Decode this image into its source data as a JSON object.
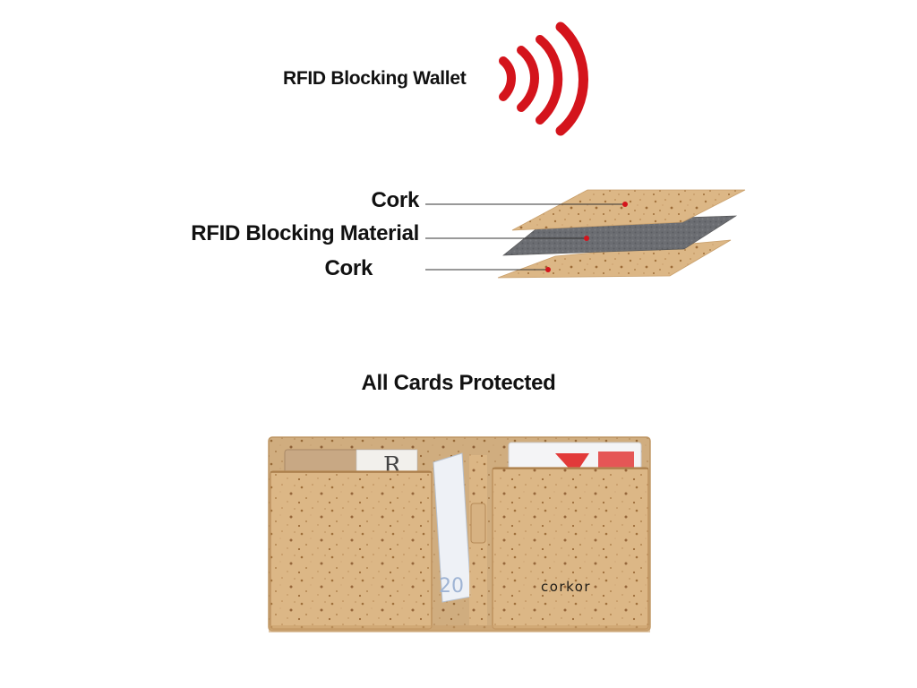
{
  "title": "RFID Blocking Wallet",
  "layers": {
    "top": "Cork",
    "middle": "RFID Blocking Material",
    "bottom": "Cork"
  },
  "subtitle": "All Cards Protected",
  "wallet": {
    "brand": "corkor"
  },
  "icons": {
    "signal": "rfid-signal-waves-icon"
  },
  "colors": {
    "accent_red": "#d4141c",
    "cork": "#dcb786",
    "cork_dark": "#a4743e",
    "rfid_fabric": "#6b6d72",
    "text": "#111111"
  }
}
